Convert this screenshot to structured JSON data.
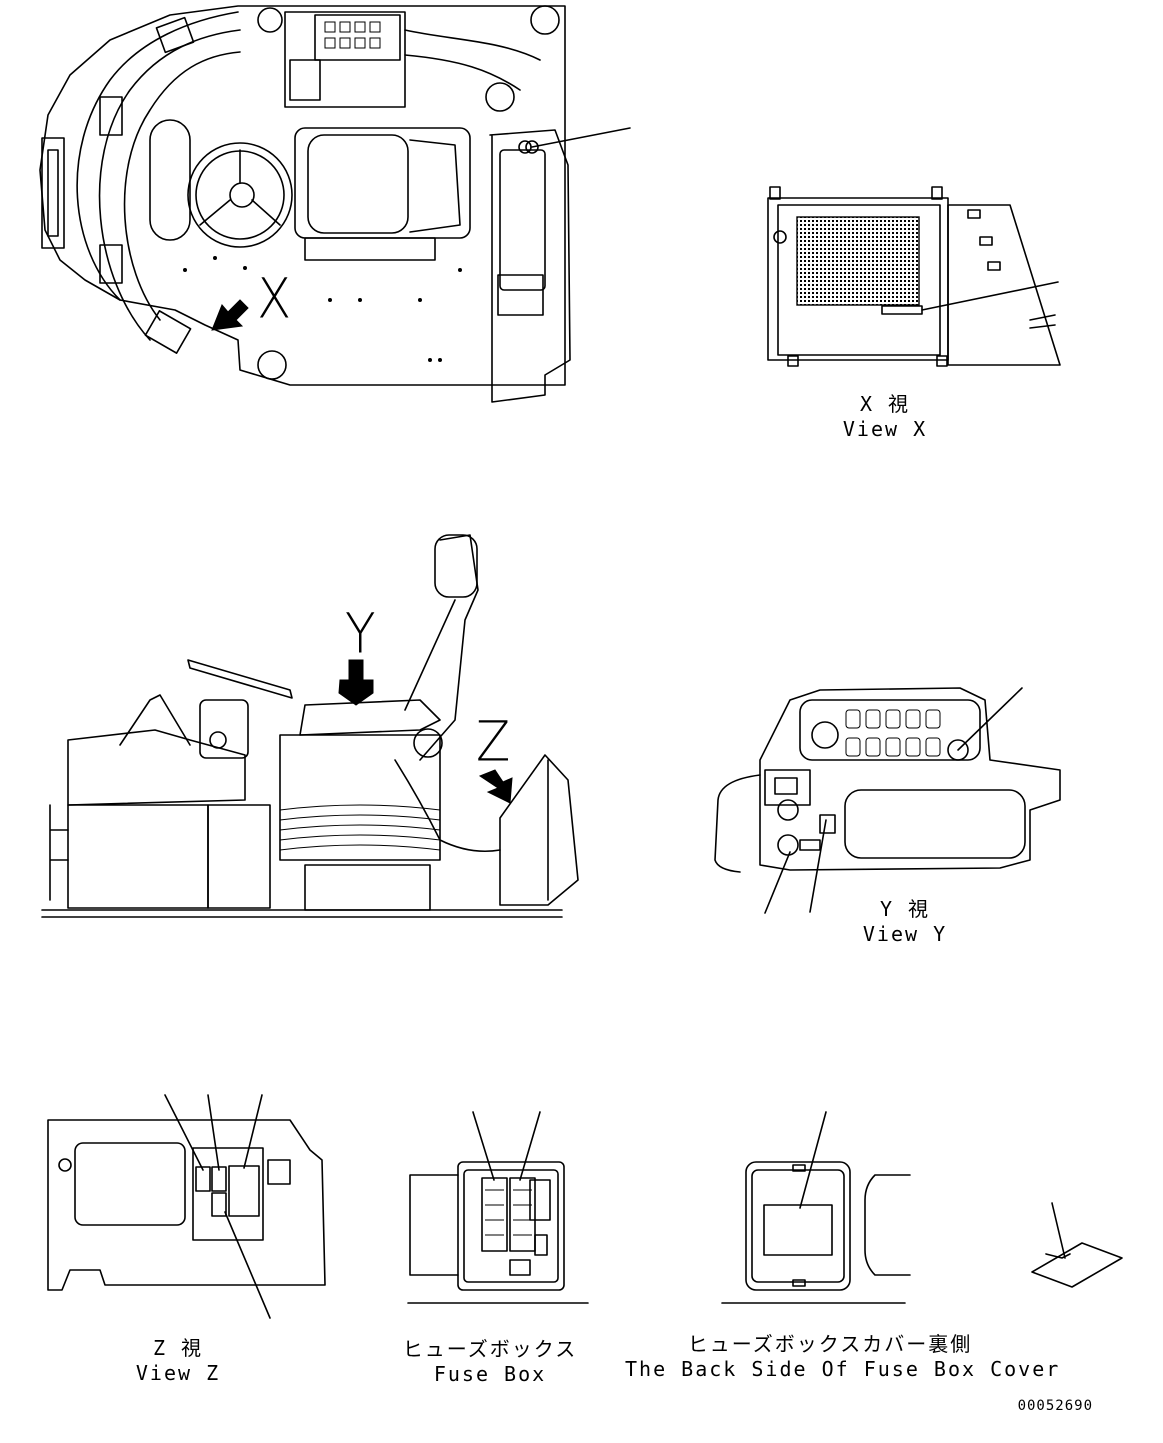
{
  "views": {
    "x": {
      "letter": "X",
      "caption_jp": "X 視",
      "caption_en": "View X"
    },
    "y": {
      "letter": "Y",
      "caption_jp": "Y 視",
      "caption_en": "View Y"
    },
    "z": {
      "letter": "Z",
      "caption_jp": "Z 視",
      "caption_en": "View Z"
    }
  },
  "fuse_box": {
    "caption_jp": "ヒューズボックス",
    "caption_en": "Fuse Box"
  },
  "fuse_box_cover": {
    "caption_jp": "ヒューズボックスカバー裏側",
    "caption_en": "The Back Side Of Fuse Box Cover"
  },
  "drawing_number": "00052690"
}
